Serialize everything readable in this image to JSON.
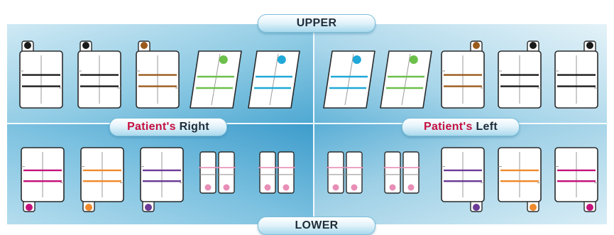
{
  "labels": {
    "upper": "UPPER",
    "lower": "LOWER",
    "patients": "Patient's",
    "right": "Right",
    "left": "Left"
  },
  "colors": {
    "black": "#1a1a1a",
    "brown": "#9a5a1c",
    "green": "#6cc04a",
    "blue": "#1fa8d8",
    "magenta": "#c3137a",
    "orange": "#ef8a2c",
    "purple": "#6b3c96",
    "pink": "#e88eb6",
    "label_red": "#c5103f"
  },
  "upper_right_teeth": [
    {
      "name": "tooth-upper-right-1",
      "kind": "tab",
      "color": "black"
    },
    {
      "name": "tooth-upper-right-2",
      "kind": "tab",
      "color": "black"
    },
    {
      "name": "tooth-upper-right-3",
      "kind": "tab",
      "color": "brown"
    },
    {
      "name": "tooth-upper-right-4",
      "kind": "slant",
      "color": "green"
    },
    {
      "name": "tooth-upper-right-5",
      "kind": "slant",
      "color": "blue"
    }
  ],
  "upper_left_teeth": [
    {
      "name": "tooth-upper-left-1",
      "kind": "slant",
      "color": "blue"
    },
    {
      "name": "tooth-upper-left-2",
      "kind": "slant",
      "color": "green"
    },
    {
      "name": "tooth-upper-left-3",
      "kind": "tab",
      "color": "brown"
    },
    {
      "name": "tooth-upper-left-4",
      "kind": "tab",
      "color": "black"
    },
    {
      "name": "tooth-upper-left-5",
      "kind": "tab",
      "color": "black"
    }
  ],
  "lower_right_teeth": [
    {
      "name": "tooth-lower-right-1",
      "kind": "tab",
      "color": "magenta"
    },
    {
      "name": "tooth-lower-right-2",
      "kind": "tab",
      "color": "orange"
    },
    {
      "name": "tooth-lower-right-3",
      "kind": "tab",
      "color": "purple"
    },
    {
      "name": "tooth-lower-right-4",
      "kind": "twin",
      "color": "pink"
    },
    {
      "name": "tooth-lower-right-5",
      "kind": "twin",
      "color": "pink"
    }
  ],
  "lower_left_teeth": [
    {
      "name": "tooth-lower-left-1",
      "kind": "twin",
      "color": "pink"
    },
    {
      "name": "tooth-lower-left-2",
      "kind": "twin",
      "color": "pink"
    },
    {
      "name": "tooth-lower-left-3",
      "kind": "tab",
      "color": "purple"
    },
    {
      "name": "tooth-lower-left-4",
      "kind": "tab",
      "color": "orange"
    },
    {
      "name": "tooth-lower-left-5",
      "kind": "tab",
      "color": "magenta"
    }
  ]
}
